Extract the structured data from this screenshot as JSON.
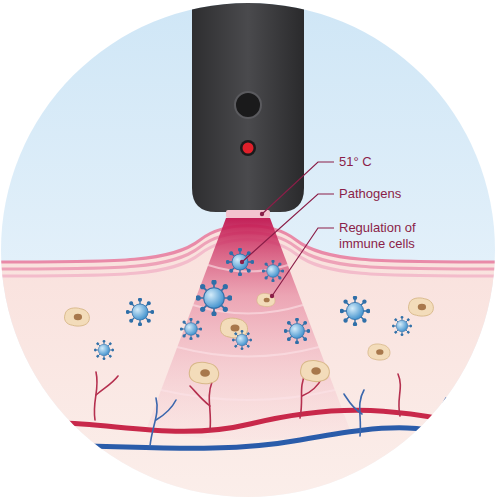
{
  "diagram": {
    "labels": [
      "51° C",
      "Pathogens",
      "Regulation of immune cells"
    ]
  }
}
